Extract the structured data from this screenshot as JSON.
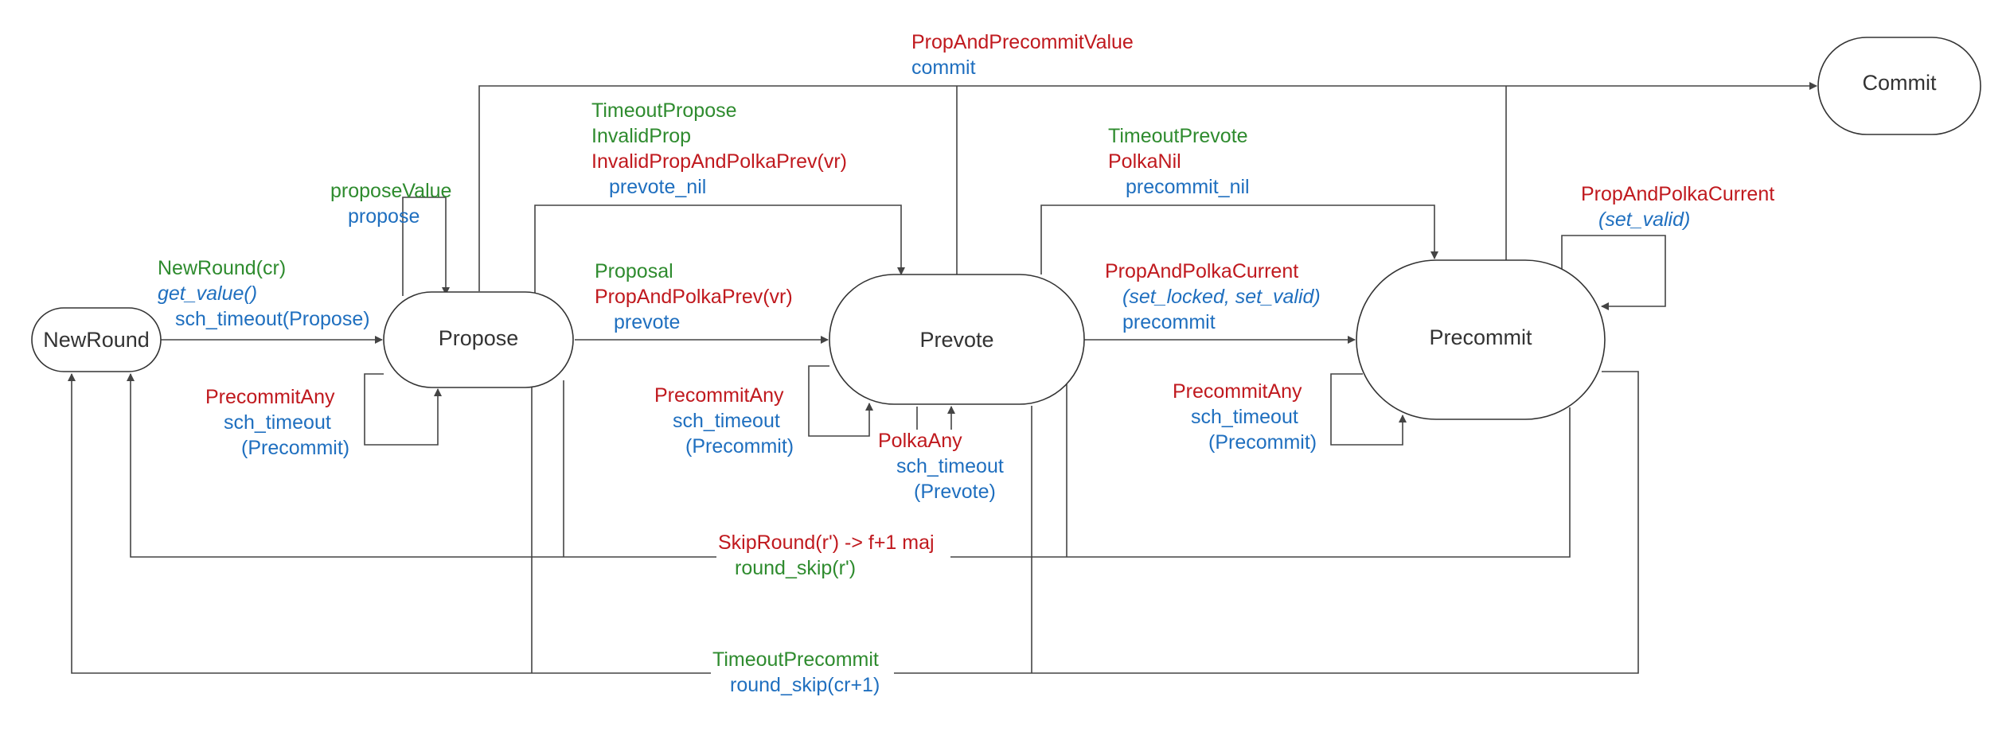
{
  "colors": {
    "green": "#2e8b2e",
    "red": "#c0191e",
    "blue": "#1f6fbf",
    "line": "#444444",
    "state_text": "#333333"
  },
  "states": {
    "newround": "NewRound",
    "propose": "Propose",
    "prevote": "Prevote",
    "precommit": "Precommit",
    "commit": "Commit"
  },
  "transitions": {
    "new_round": {
      "event": "NewRound(cr)",
      "action1": "get_value()",
      "action2": "sch_timeout(Propose)"
    },
    "propose_value": {
      "event": "proposeValue",
      "action": "propose"
    },
    "propose_precommit_any": {
      "event": "PrecommitAny",
      "action1": "sch_timeout",
      "action2": "(Precommit)"
    },
    "timeout_propose": {
      "event1": "TimeoutPropose",
      "event2": "InvalidProp",
      "event3": "InvalidPropAndPolkaPrev(vr)",
      "action": "prevote_nil"
    },
    "proposal": {
      "event1": "Proposal",
      "event2": "PropAndPolkaPrev(vr)",
      "action": "prevote"
    },
    "prevote_precommit_any": {
      "event": "PrecommitAny",
      "action1": "sch_timeout",
      "action2": "(Precommit)"
    },
    "polka_any": {
      "event": "PolkaAny",
      "action1": "sch_timeout",
      "action2": "(Prevote)"
    },
    "timeout_prevote": {
      "event1": "TimeoutPrevote",
      "event2": "PolkaNil",
      "action": "precommit_nil"
    },
    "prop_and_polka_current": {
      "event": "PropAndPolkaCurrent",
      "action1": "(set_locked, set_valid)",
      "action2": "precommit"
    },
    "precommit_precommit_any": {
      "event": "PrecommitAny",
      "action1": "sch_timeout",
      "action2": "(Precommit)"
    },
    "precommit_self": {
      "event": "PropAndPolkaCurrent",
      "action": "(set_valid)"
    },
    "commit": {
      "event": "PropAndPrecommitValue",
      "action": "commit"
    },
    "skip_round": {
      "event": "SkipRound(r') -> f+1 maj",
      "action": "round_skip(r')"
    },
    "timeout_precommit": {
      "event": "TimeoutPrecommit",
      "action": "round_skip(cr+1)"
    }
  }
}
